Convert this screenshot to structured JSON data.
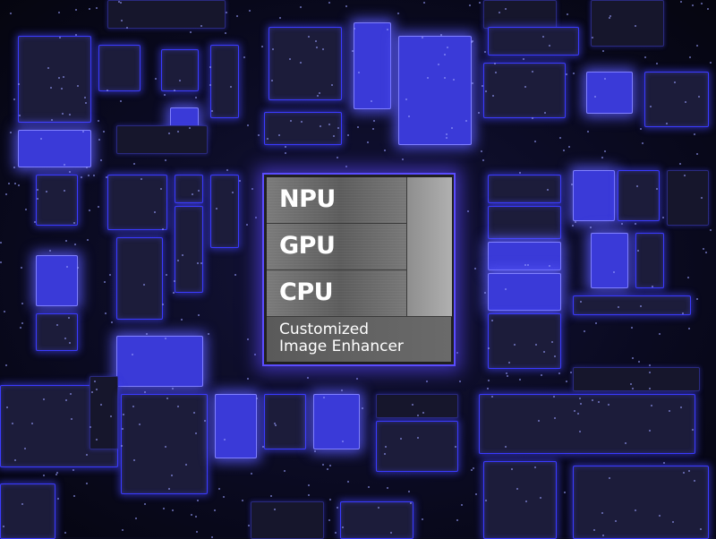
{
  "chip": {
    "blocks": [
      "NPU",
      "GPU",
      "CPU"
    ],
    "enhancer_line1": "Customized",
    "enhancer_line2": "Image Enhancer"
  },
  "colors": {
    "accent": "#3a3aff",
    "chip_border": "#5a4cff"
  }
}
